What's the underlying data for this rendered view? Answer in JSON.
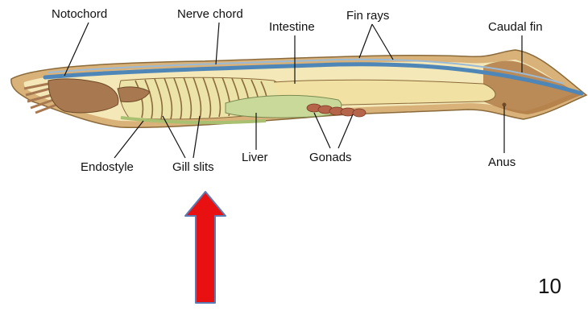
{
  "diagram": {
    "labels": {
      "notochord": "Notochord",
      "nerve_chord": "Nerve chord",
      "intestine": "Intestine",
      "fin_rays": "Fin rays",
      "caudal_fin": "Caudal fin",
      "endostyle": "Endostyle",
      "gill_slits": "Gill slits",
      "liver": "Liver",
      "gonads": "Gonads",
      "anus": "Anus"
    },
    "colors": {
      "body_outer": "#d9b27a",
      "body_inner": "#f4e8b8",
      "notochord_blue": "#4f86b8",
      "pharynx": "#ece3a8",
      "gill_bar": "#8a6a3a",
      "liver_green": "#c9d99a",
      "gonad_red": "#b5654a",
      "oral_hood": "#a87850",
      "caudal_fin": "#b07a45",
      "arrow_red": "#e81010",
      "arrow_outline": "#5b7bb5"
    },
    "arrow": {
      "direction": "up",
      "points_to": "gill_slits"
    }
  },
  "page": {
    "slide_number": "10"
  }
}
